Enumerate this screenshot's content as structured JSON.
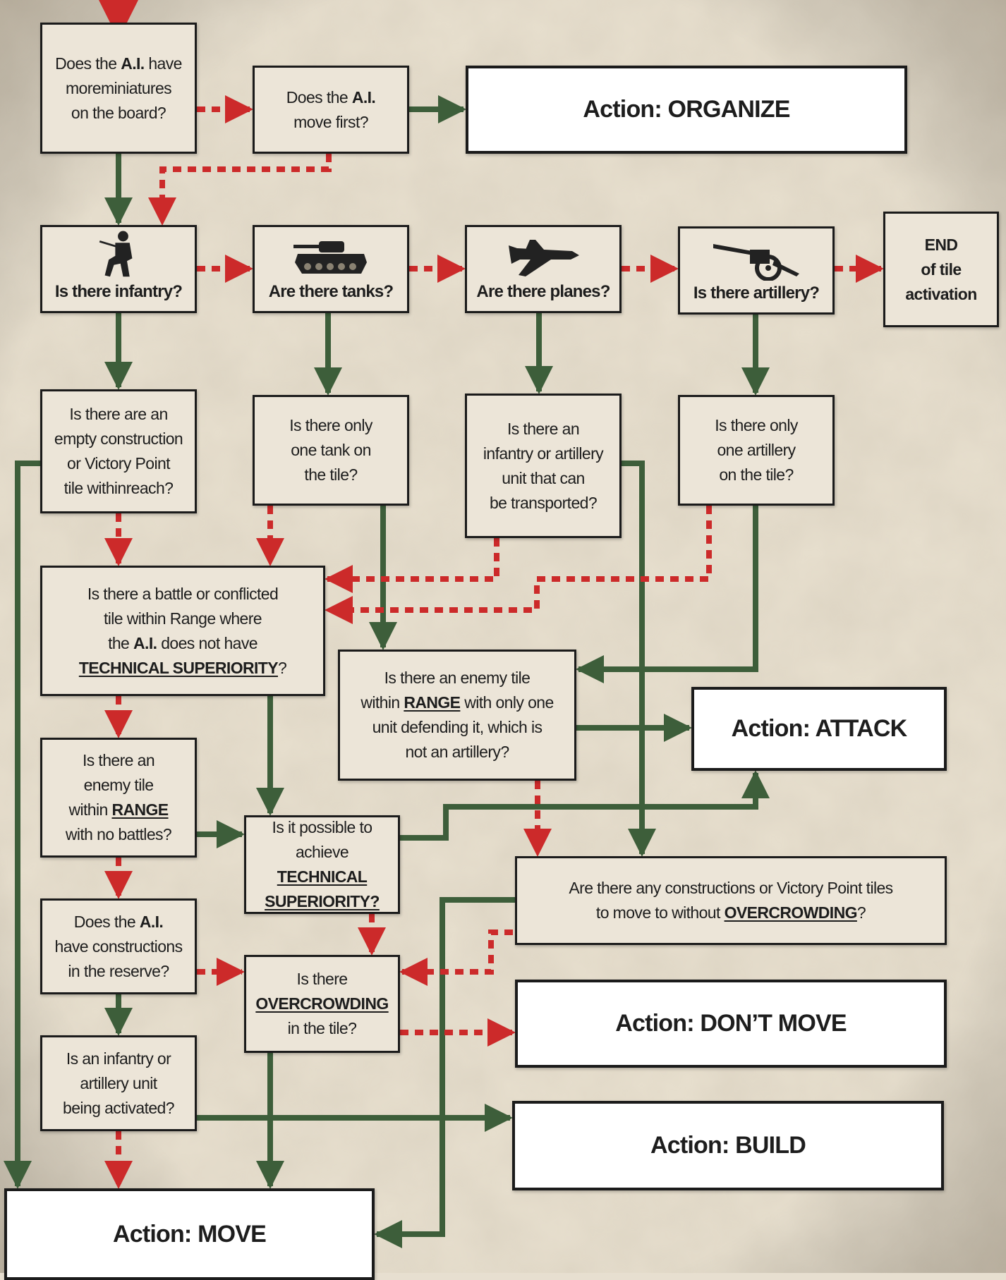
{
  "colors": {
    "yes_arrow": "#3d5e3a",
    "no_arrow": "#cc2a2a",
    "box_border": "#1b1b1b",
    "paper": "#e7dfd0"
  },
  "nodes": {
    "more_minis": {
      "l1": "Does the ",
      "l1b": "A.I.",
      "l1c": " have",
      "l2": "moreminiatures",
      "l3": "on the board?"
    },
    "move_first": {
      "l1": "Does the ",
      "l1b": "A.I.",
      "l2": "move first?"
    },
    "organize": {
      "text": "Action: ORGANIZE"
    },
    "infantry": {
      "q": "Is there infantry?",
      "icon": "infantry-soldier-icon"
    },
    "tanks": {
      "q": "Are there tanks?",
      "icon": "tank-icon"
    },
    "planes": {
      "q": "Are there planes?",
      "icon": "plane-icon"
    },
    "artillery": {
      "q": "Is there artillery?",
      "icon": "artillery-gun-icon"
    },
    "end": {
      "l1": "END",
      "l2": "of tile",
      "l3": "activation"
    },
    "empty_construction": {
      "l1": "Is there are an",
      "l2": "empty construction",
      "l3": "or Victory Point",
      "l4": "tile withinreach?"
    },
    "one_tank": {
      "l1": "Is there only",
      "l2": "one tank on",
      "l3": "the tile?"
    },
    "transport": {
      "l1": "Is there an",
      "l2": "infantry or artillery",
      "l3": "unit that can",
      "l4": "be transported?"
    },
    "one_artillery": {
      "l1": "Is there only",
      "l2": "one artillery",
      "l3": "on the tile?"
    },
    "battle_tile": {
      "l1": "Is there a battle or conflicted",
      "l2": "tile within Range where",
      "l3a": "the ",
      "l3b": "A.I.",
      "l3c": " does not have",
      "l4u": "TECHNICAL SUPERIORITY",
      "l4e": "?"
    },
    "enemy_one_unit": {
      "l1": "Is there an enemy tile",
      "l2a": "within ",
      "l2u": "RANGE",
      "l2c": " with only one",
      "l3": "unit defending it, which is",
      "l4": "not an artillery?"
    },
    "attack": {
      "text": "Action: ATTACK"
    },
    "enemy_no_battles": {
      "l1": "Is there an",
      "l2": "enemy tile",
      "l3a": "within ",
      "l3u": "RANGE",
      "l4": "with no battles?"
    },
    "tech_sup": {
      "l1": "Is it possible to",
      "l2a": "achieve ",
      "l2u": "TECHNICAL",
      "l3u": "SUPERIORITY?"
    },
    "constructions_vp": {
      "l1": "Are there any constructions or Victory Point tiles",
      "l2a": "to move to without ",
      "l2u": "OVERCROWDING",
      "l2e": "?"
    },
    "reserve": {
      "l1a": "Does the ",
      "l1b": "A.I.",
      "l2": "have constructions",
      "l3": "in the reserve?"
    },
    "overcrowding": {
      "l1": "Is there",
      "l2u": "OVERCROWDING",
      "l3": "in the tile?"
    },
    "dont_move": {
      "text": "Action: DON’T MOVE"
    },
    "inf_art_activated": {
      "l1": "Is an infantry or",
      "l2": "artillery unit",
      "l3": "being activated?"
    },
    "build": {
      "text": "Action: BUILD"
    },
    "move": {
      "text": "Action: MOVE"
    }
  }
}
